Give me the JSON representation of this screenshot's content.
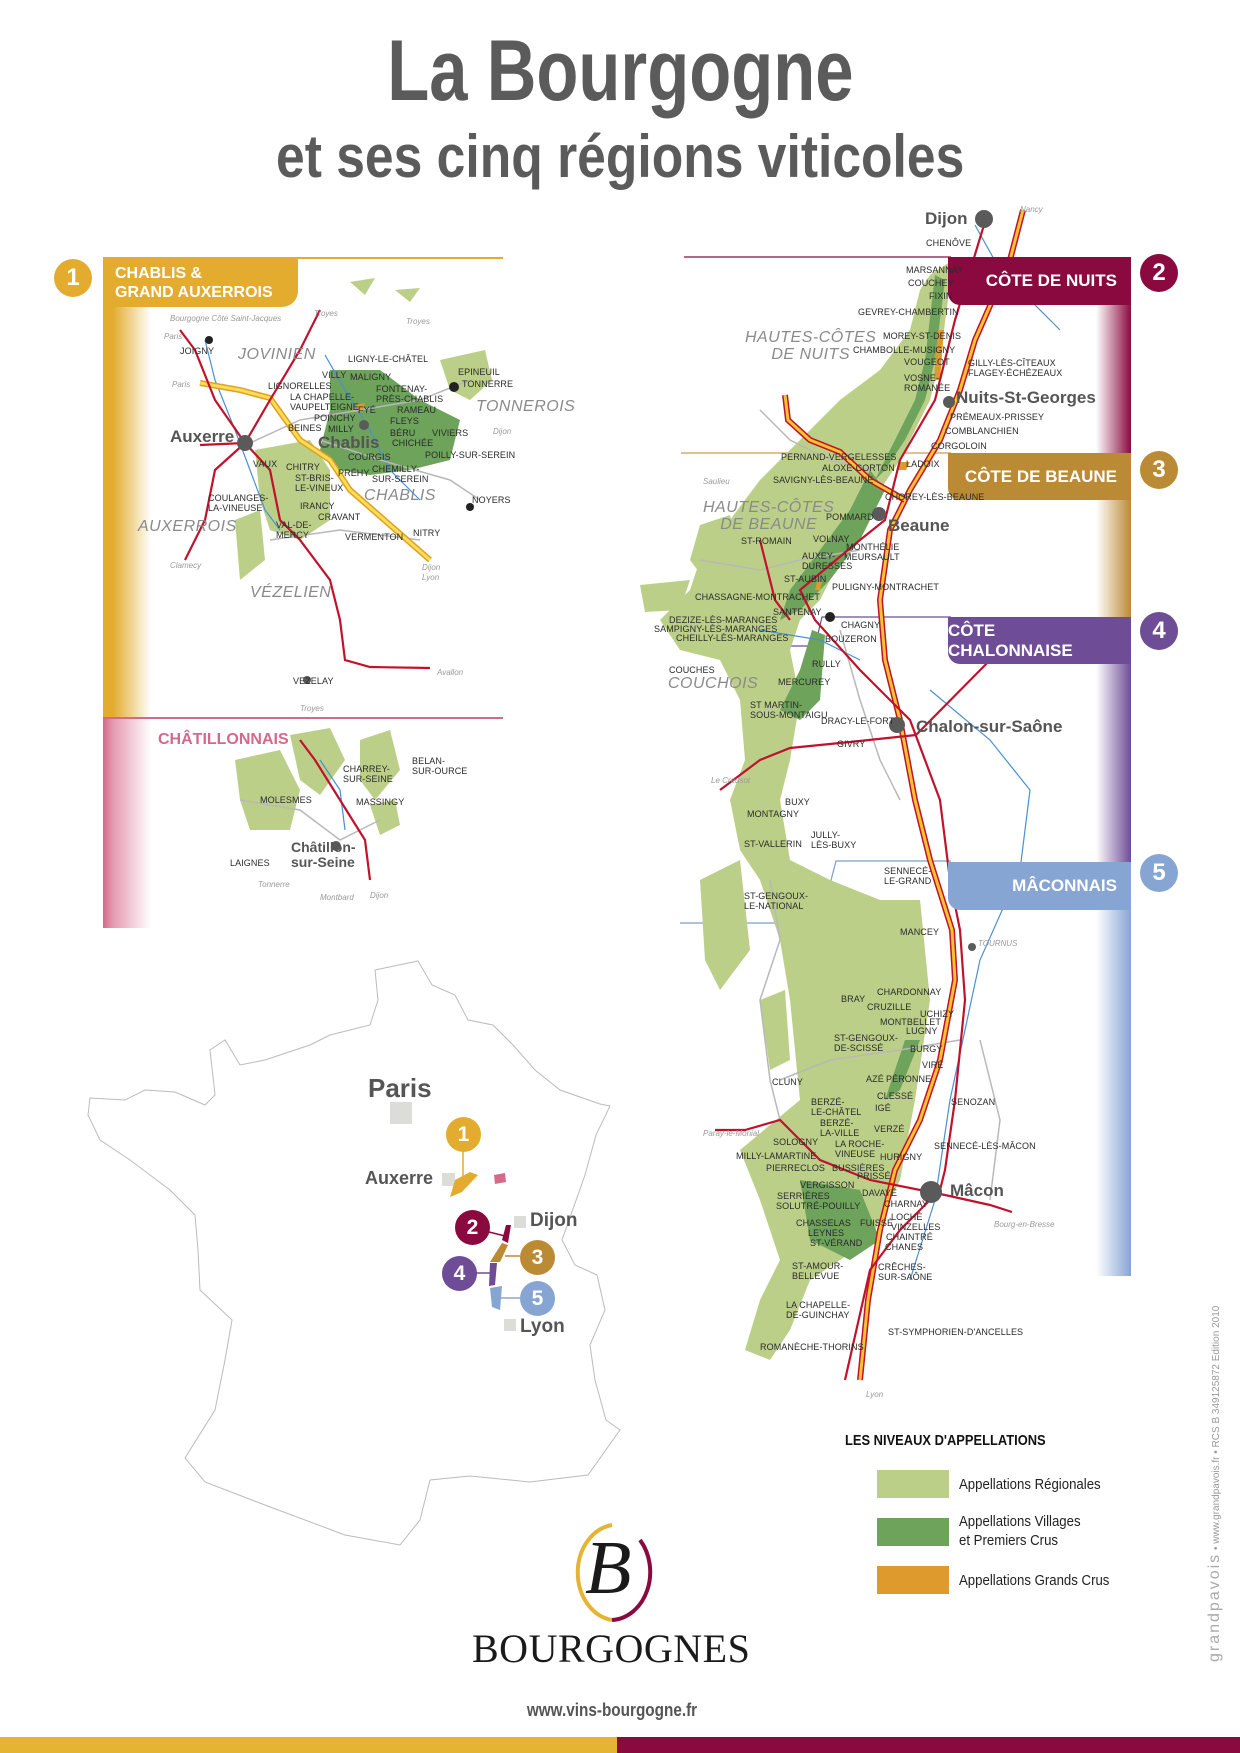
{
  "title": {
    "line1": "La Bourgogne",
    "line2": "et ses cinq régions viticoles"
  },
  "regions": [
    {
      "number": "1",
      "name": "CHABLIS &\nGRAND AUXERROIS",
      "color": "#e3ac2e"
    },
    {
      "number": "2",
      "name": "CÔTE DE NUITS",
      "color": "#8a0a40"
    },
    {
      "number": "3",
      "name": "CÔTE DE BEAUNE",
      "color": "#bb8a35"
    },
    {
      "number": "4",
      "name": "CÔTE CHALONNAISE",
      "color": "#6e4d96"
    },
    {
      "number": "5",
      "name": "MÂCONNAIS",
      "color": "#87a5d3"
    }
  ],
  "chatillonnais": {
    "name": "CHÂTILLONNAIS",
    "color": "#d4698b"
  },
  "labels": {
    "chablis": [
      "Bourgogne Côte Saint-Jacques",
      "Paris",
      "JOIGNY",
      "Troyes",
      "Troyes",
      "JOVINIEN",
      "LIGNY-LE-CHÂTEL",
      "Paris",
      "VILLY",
      "MALIGNY",
      "LIGNORELLES",
      "LA CHAPELLE-\nVAUPELTEIGNE",
      "FONTENAY-\nPRÈS-CHABLIS",
      "FYÉ",
      "RAMEAU",
      "POINCHY",
      "BEINES",
      "MILLY",
      "FLEYS",
      "Chablis",
      "Auxerre",
      "BÉRU",
      "VIVIERS",
      "CHICHÉE",
      "COURGIS",
      "POILLY-SUR-SEREIN",
      "CHITRY",
      "CHEMILLY-\nSUR-SEREIN",
      "PRÉHY",
      "VAUX",
      "ST-BRIS-\nLE-VINEUX",
      "CHABLIS",
      "COULANGES-\nLA-VINEUSE",
      "IRANCY",
      "CRAVANT",
      "AUXERROIS",
      "VAL-DE-\nMERCY",
      "VERMENTON",
      "NITRY",
      "NOYERS",
      "Dijon\nLyon",
      "Clamecy",
      "VÉZELIEN",
      "EPINEUIL",
      "TONNERRE",
      "TONNEROIS",
      "Dijon",
      "VEZELAY",
      "Avallon",
      "Troyes"
    ],
    "chatillon": [
      "CHARREY-\nSUR-SEINE",
      "BELAN-\nSUR-OURCE",
      "MOLESMES",
      "MASSINGY",
      "LAIGNES",
      "Châtillon-\nsur-Seine",
      "Tonnerre",
      "Montbard",
      "Dijon"
    ],
    "cote": [
      "Dijon",
      "CHENÔVE",
      "Nancy",
      "MARSANNAY",
      "COUCHEY",
      "FIXIN",
      "GEVREY-CHAMBERTIN",
      "HAUTES-CÔTES\nDE NUITS",
      "MOREY-ST-DENIS",
      "CHAMBOLLE-MUSIGNY",
      "VOUGEOT",
      "GILLY-LÈS-CÎTEAUX",
      "FLAGEY-ÉCHÉZEAUX",
      "VOSNE-\nROMANÉE",
      "Nuits-St-Georges",
      "PRÉMEAUX-PRISSEY",
      "COMBLANCHIEN",
      "CORGOLOIN",
      "PERNAND-VERGELESSES",
      "ALOXE-CORTON",
      "LADOIX",
      "SAVIGNY-LÈS-BEAUNE",
      "CHOREY-LÈS-BEAUNE",
      "Saulieu",
      "HAUTES-CÔTES\nDE BEAUNE",
      "POMMARD",
      "Beaune",
      "ST-ROMAIN",
      "VOLNAY",
      "MONTHÉLIE",
      "AUXEY-\nDURESSES",
      "MEURSAULT",
      "ST-AUBIN",
      "PULIGNY-MONTRACHET",
      "CHASSAGNE-MONTRACHET",
      "SANTENAY",
      "DEZIZE-LÈS-MARANGES",
      "SAMPIGNY-LÈS-MARANGES",
      "CHEILLY-LÈS-MARANGES",
      "CHAGNY",
      "BOUZERON",
      "RULLY",
      "COUCHES",
      "COUCHOIS",
      "MERCUREY",
      "ST MARTIN-\nSOUS-MONTAIGU",
      "DRACY-LE-FORT",
      "Chalon-sur-Saône",
      "GIVRY",
      "Le Creusot",
      "BUXY",
      "MONTAGNY",
      "JULLY-\nLÈS-BUXY",
      "ST-VALLERIN",
      "SENNECÉ-\nLE-GRAND",
      "ST-GENGOUX-\nLE-NATIONAL",
      "MANCEY",
      "TOURNUS",
      "CHARDONNAY",
      "BRAY",
      "CRUZILLE",
      "UCHIZY",
      "MONTBELLET",
      "LUGNY",
      "ST-GENGOUX-\nDE-SCISSÉ",
      "BURGY",
      "VIRÉ",
      "AZÉ",
      "PÉRONNE",
      "CLUNY",
      "CLESSÉ",
      "BERZÉ-\nLE-CHÂTEL",
      "IGÉ",
      "SENOZAN",
      "BERZÉ-\nLA-VILLE",
      "VERZÉ",
      "Paray-le-Monial",
      "SOLOGNY",
      "LA ROCHE-\nVINEUSE",
      "SENNECÉ-LÈS-MÂCON",
      "MILLY-LAMARTINE",
      "HURIGNY",
      "PIERRECLOS",
      "BUSSIÈRES",
      "PRISSÉ",
      "VERGISSON",
      "DAVAYÉ",
      "SERRIÈRES",
      "SOLUTRÉ-POUILLY",
      "CHARNAY",
      "Mâcon",
      "CHASSELAS",
      "FUISSÉ",
      "LOCHÉ",
      "LEYNES",
      "VINZELLES",
      "ST-VÉRAND",
      "CHAINTRÉ",
      "CHANES",
      "Bourg-en-Bresse",
      "CRÊCHES-\nSUR-SAÔNE",
      "ST-AMOUR-\nBELLEVUE",
      "LA CHAPELLE-\nDE-GUINCHAY",
      "ST-SYMPHORIEN-D'ANCELLES",
      "ROMANÈCHE-THORINS",
      "Lyon"
    ]
  },
  "france_map": {
    "cities": {
      "paris": "Paris",
      "auxerre": "Auxerre",
      "dijon": "Dijon",
      "lyon": "Lyon"
    },
    "markers": [
      "1",
      "2",
      "3",
      "4",
      "5"
    ]
  },
  "legend": {
    "title": "LES NIVEAUX D'APPELLATIONS",
    "items": [
      {
        "label": "Appellations Régionales",
        "color": "#bccf88"
      },
      {
        "label": "Appellations Villages\net Premiers Crus",
        "color": "#6da35a"
      },
      {
        "label": "Appellations Grands Crus",
        "color": "#de9a2c"
      }
    ]
  },
  "logo": {
    "letter": "B",
    "brand": "BOURGOGNES"
  },
  "website": "www.vins-bourgogne.fr",
  "credit": {
    "brand": "grandpavois",
    "rest": " • www.grandpavois.fr • RCS B 349125872  Edition 2010"
  },
  "colors": {
    "regional": "#bccf88",
    "villages": "#6da35a",
    "grand_cru": "#de9a2c",
    "road_national": "#c0122c",
    "motorway": "#f5c330",
    "river": "#4a90d0"
  }
}
